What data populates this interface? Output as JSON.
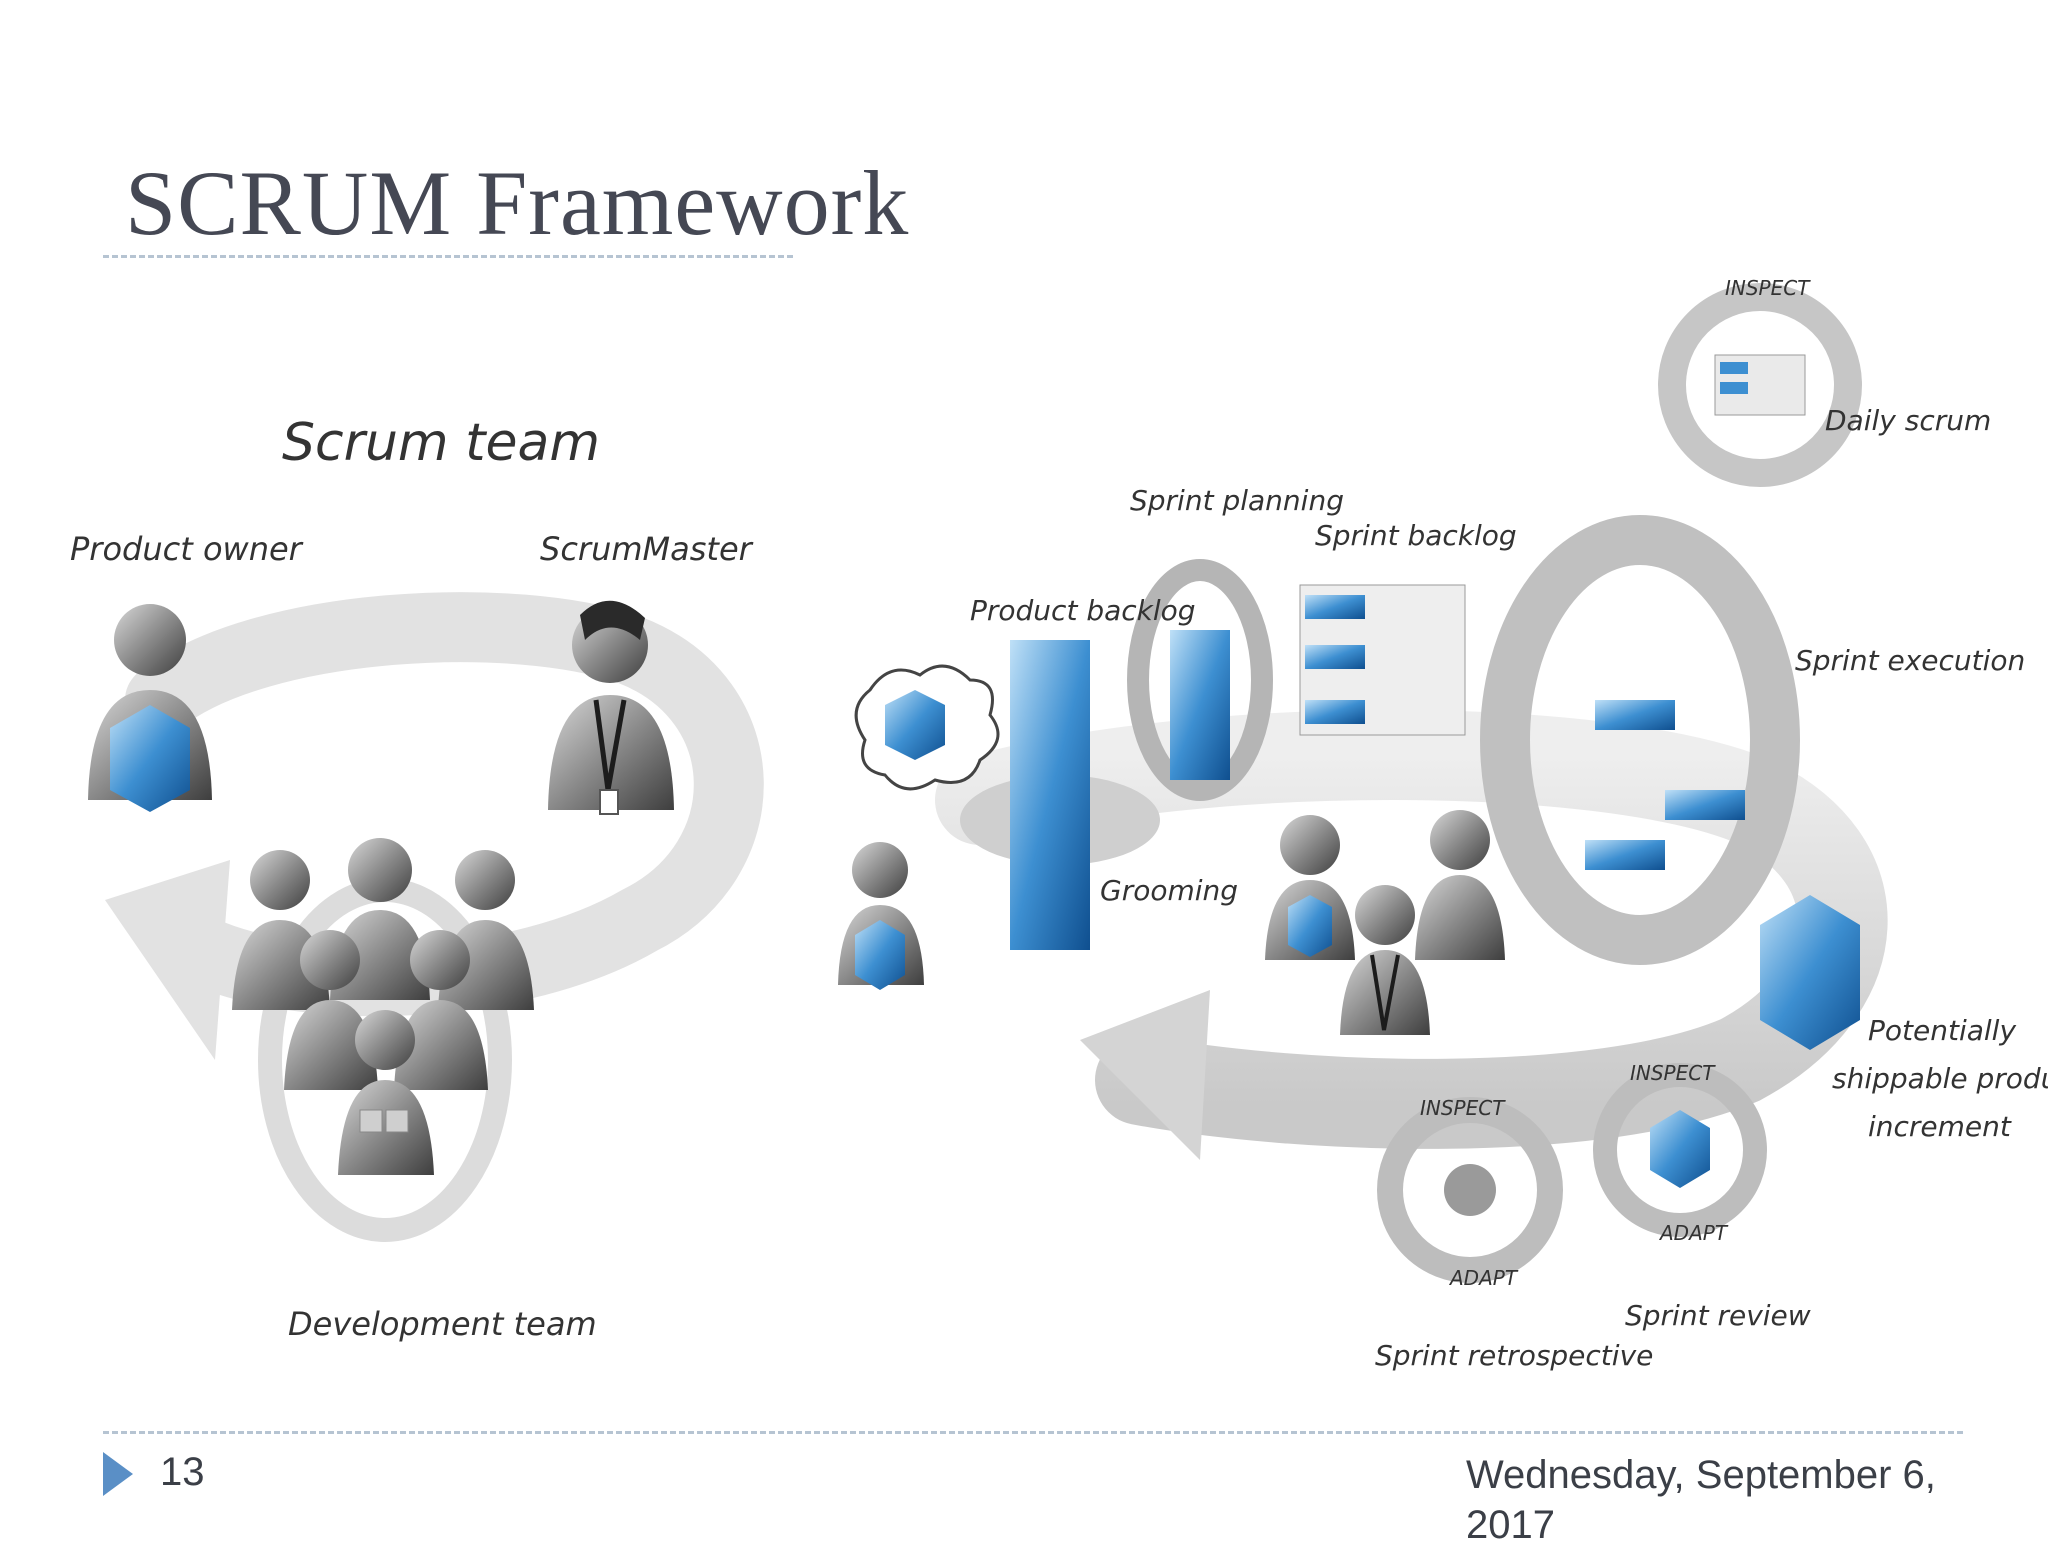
{
  "slide": {
    "title": "SCRUM Framework",
    "page_number": "13",
    "date": "Wednesday, September 6, 2017"
  },
  "team_diagram": {
    "heading": "Scrum team",
    "product_owner": "Product owner",
    "scrum_master": "ScrumMaster",
    "development_team": "Development team"
  },
  "process_diagram": {
    "product_backlog": "Product backlog",
    "sprint_planning": "Sprint planning",
    "sprint_backlog": "Sprint backlog",
    "daily_scrum": "Daily scrum",
    "sprint_execution": "Sprint execution",
    "grooming": "Grooming",
    "potentially_shippable": [
      "Potentially",
      "shippable product",
      "increment"
    ],
    "sprint_review": "Sprint review",
    "sprint_retrospective": "Sprint retrospective",
    "inspect": "INSPECT",
    "adapt": "ADAPT"
  },
  "colors": {
    "accent_blue": "#2f7fc4",
    "title_gray": "#454854",
    "rule_blue": "#b6c4d2"
  }
}
